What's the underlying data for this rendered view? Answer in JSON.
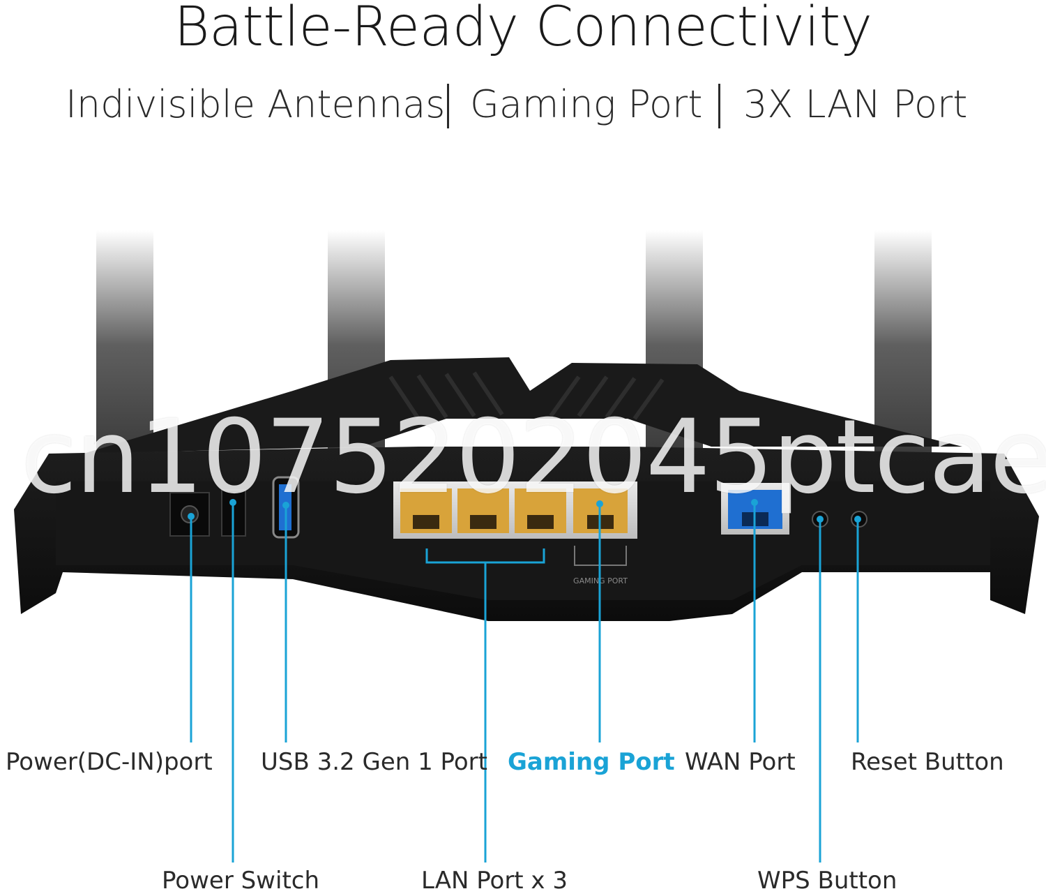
{
  "title": "Battle-Ready Connectivity",
  "subtitle": {
    "part1": "Indivisible Antennas",
    "part2": "Gaming Port",
    "part3": "3X LAN Port"
  },
  "labels": {
    "power_dc_in": "Power(DC-IN)port",
    "usb": "USB 3.2 Gen 1 Port",
    "gaming_port": "Gaming Port",
    "wan_port": "WAN Port",
    "reset_button": "Reset Button",
    "power_switch": "Power Switch",
    "lan_port": "LAN Port x 3",
    "wps_button": "WPS Button"
  },
  "router_printed": {
    "gaming_port": "GAMING PORT"
  },
  "watermark": "cn1075202045ptcae",
  "colors": {
    "accent": "#1aa3d6",
    "router_body": "#141414",
    "lan_port": "#d8a33a",
    "wan_port": "#1f6fd1"
  }
}
